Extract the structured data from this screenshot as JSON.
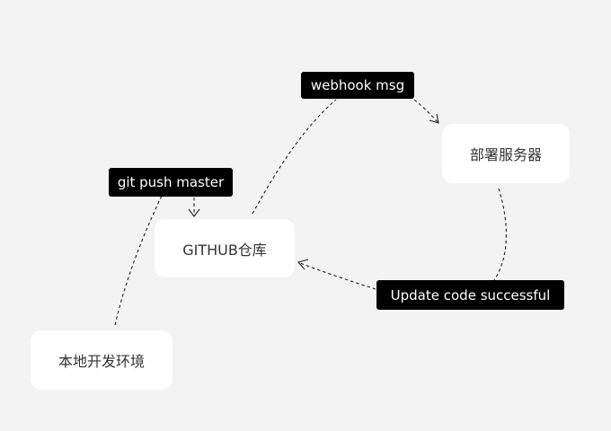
{
  "nodes": {
    "local_dev": "本地开发环境",
    "github_repo": "GITHUB仓库",
    "deploy_server": "部署服务器"
  },
  "labels": {
    "git_push": "git push master",
    "webhook": "webhook msg",
    "update": "Update code successful"
  }
}
